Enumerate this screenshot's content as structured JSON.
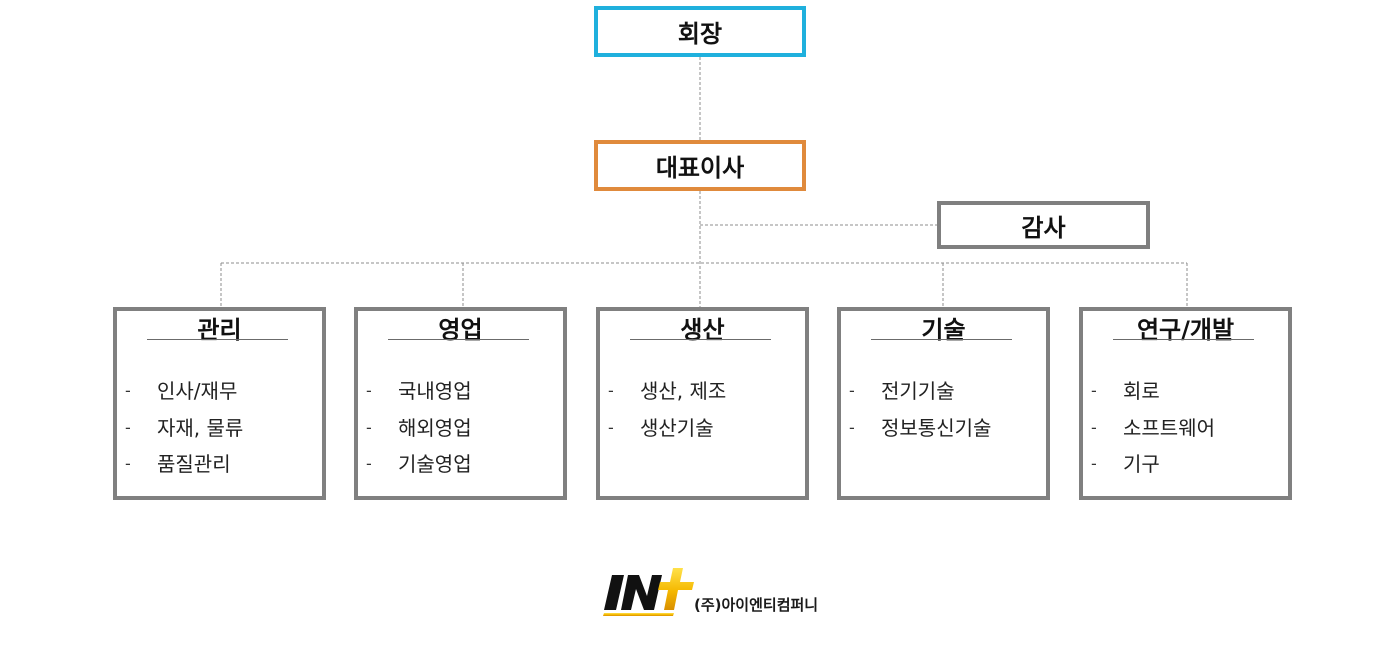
{
  "chairman": {
    "label": "회장"
  },
  "ceo": {
    "label": "대표이사"
  },
  "audit": {
    "label": "감사"
  },
  "departments": [
    {
      "title": "관리",
      "items": [
        "인사/재무",
        "자재, 물류",
        "품질관리"
      ]
    },
    {
      "title": "영업",
      "items": [
        "국내영업",
        "해외영업",
        "기술영업"
      ]
    },
    {
      "title": "생산",
      "items": [
        "생산, 제조",
        "생산기술"
      ]
    },
    {
      "title": "기술",
      "items": [
        "전기기술",
        "정보통신기술"
      ]
    },
    {
      "title": "연구/개발",
      "items": [
        "회로",
        "소프트웨어",
        "기구"
      ]
    }
  ],
  "bullet": "-",
  "logo": {
    "mark": "INT",
    "company": "(주)아이엔티컴퍼니"
  },
  "colors": {
    "chairman_border": "#1fb0dd",
    "ceo_border": "#e08a3c",
    "box_border": "#808080",
    "connector": "#8c8c8c"
  }
}
